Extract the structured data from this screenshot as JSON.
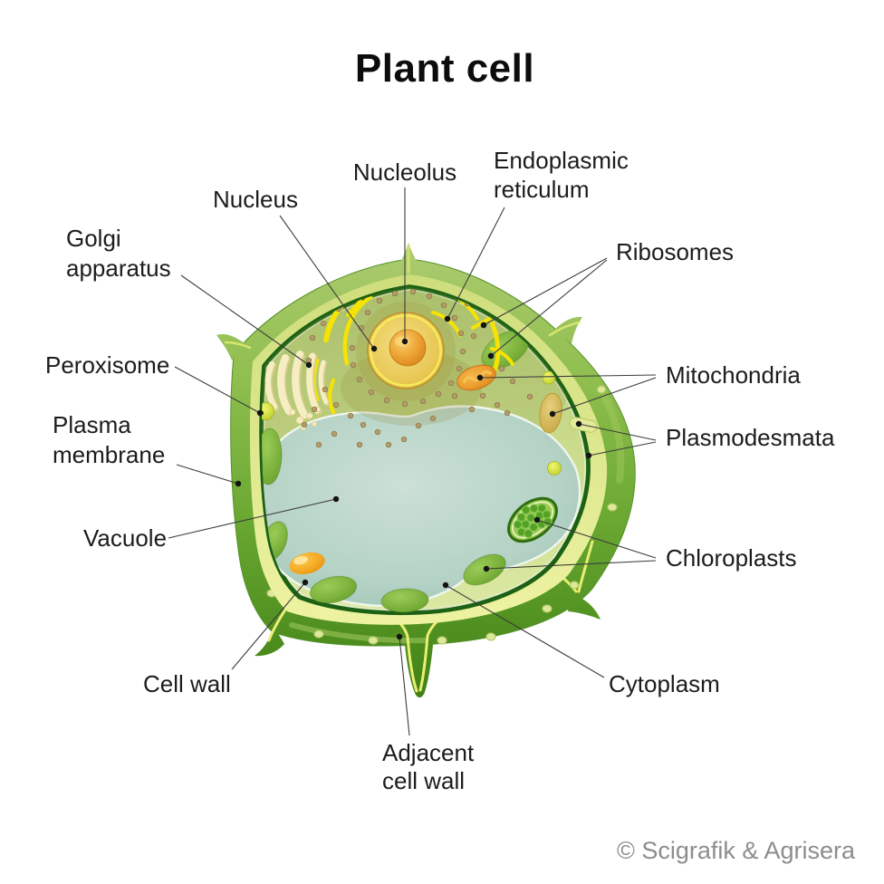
{
  "title": "Plant cell",
  "credit": "© Scigrafik & Agrisera",
  "diagram": {
    "subject": "plant-cell-anatomy",
    "labels": {
      "nucleolus": "Nucleolus",
      "endoplasmic_reticulum_line1": "Endoplasmic",
      "endoplasmic_reticulum_line2": "reticulum",
      "nucleus": "Nucleus",
      "ribosomes": "Ribosomes",
      "golgi_line1": "Golgi",
      "golgi_line2": "apparatus",
      "peroxisome": "Peroxisome",
      "plasma_membrane_line1": "Plasma",
      "plasma_membrane_line2": "membrane",
      "vacuole": "Vacuole",
      "mitochondria": "Mitochondria",
      "plasmodesmata": "Plasmodesmata",
      "chloroplasts": "Chloroplasts",
      "cytoplasm": "Cytoplasm",
      "cell_wall": "Cell wall",
      "adjacent_cell_wall_line1": "Adjacent",
      "adjacent_cell_wall_line2": "cell wall"
    },
    "colors": {
      "cell_wall_green": "#7cb23e",
      "cell_wall_dark": "#3f8014",
      "inner_wall_band": "#e6ef9c",
      "plasma_membrane": "#1d6114",
      "cytoplasm": "#cbdd8e",
      "vacuole": "#b4d2c5",
      "nucleus": "#e7c653",
      "nucleolus": "#e2901e",
      "er_yellow": "#f6e203",
      "golgi_cream": "#f6eec2",
      "mitochondria_orange": "#ea9a2c",
      "chloroplast_green": "#639f28",
      "ribosome_brown": "#b59c6d",
      "label_text": "#1c1c1c",
      "credit_gray": "#8d8d8d"
    }
  }
}
